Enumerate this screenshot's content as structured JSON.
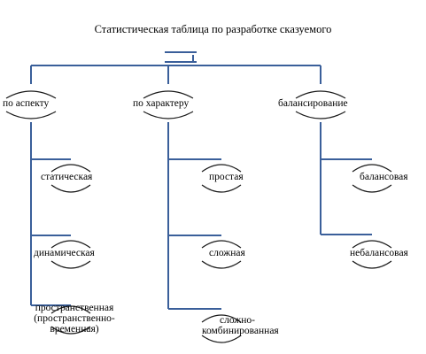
{
  "title": "Статистическая таблица по разработке сказуемого",
  "branches": [
    {
      "label": "по аспекту",
      "children": [
        "статическая",
        "динамическая",
        "пространственная (пространственно-временная)"
      ]
    },
    {
      "label": "по характеру",
      "children": [
        "простая",
        "сложная",
        "сложно-комбинированная"
      ]
    },
    {
      "label": "балансирование",
      "children": [
        "балансовая",
        "небалансовая"
      ]
    }
  ],
  "colors": {
    "connector": "#3a5f9a",
    "arc": "#1a1a1a"
  }
}
